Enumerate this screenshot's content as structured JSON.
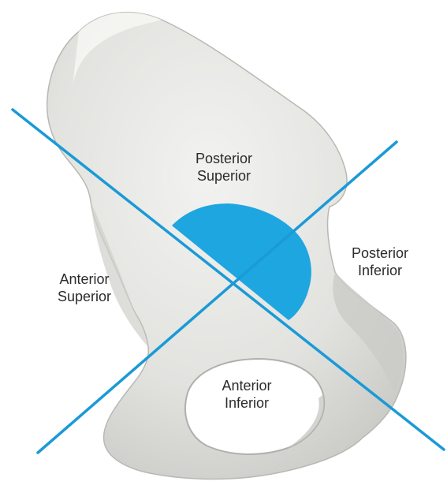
{
  "diagram": {
    "quadrants": {
      "posterior_superior": {
        "line1": "Posterior",
        "line2": "Superior"
      },
      "posterior_inferior": {
        "line1": "Posterior",
        "line2": "Inferior"
      },
      "anterior_superior": {
        "line1": "Anterior",
        "line2": "Superior"
      },
      "anterior_inferior": {
        "line1": "Anterior",
        "line2": "Inferior"
      }
    },
    "colors": {
      "axis_line": "#1a9ad6",
      "highlight": "#1ea6e0",
      "bone_fill": "#e4e4e2",
      "bone_shadow": "#c9c9c6",
      "bone_outline": "#b5b5b2",
      "label_text": "#2b2b2b"
    },
    "icons": {
      "bone": "pelvis-bone-illustration",
      "highlight": "acetabulum-quadrant-highlight"
    }
  }
}
